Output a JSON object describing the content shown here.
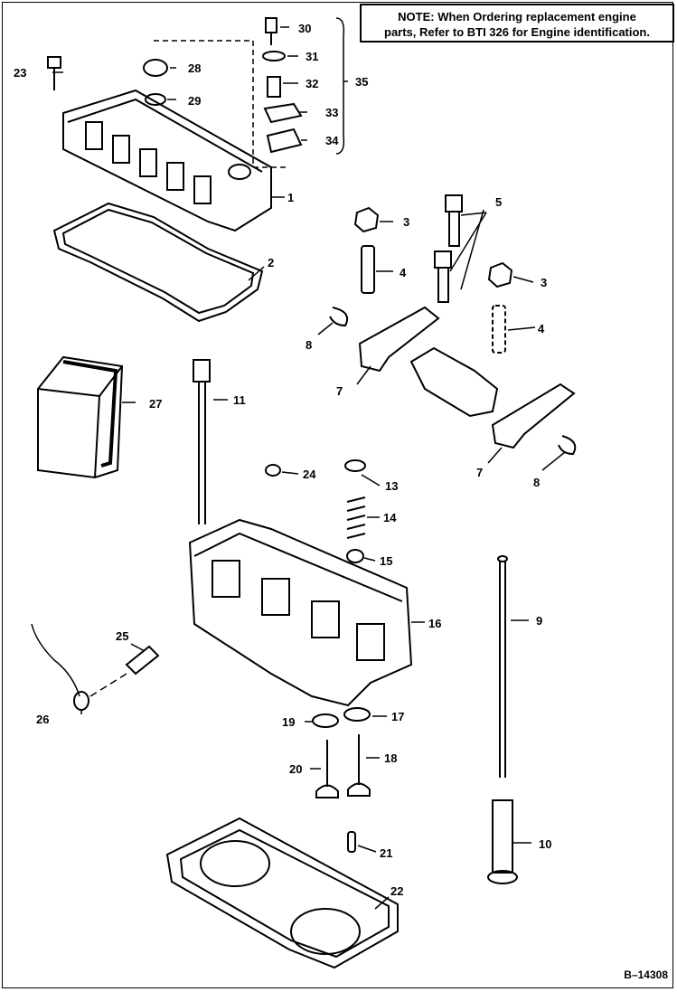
{
  "note": {
    "heading": "NOTE:",
    "line1": "When Ordering replacement engine",
    "line2": "parts, Refer to BTI 326 for Engine identification."
  },
  "figure_number": "B–14308",
  "callouts": [
    "1",
    "2",
    "3",
    "3",
    "4",
    "4",
    "5",
    "7",
    "7",
    "8",
    "8",
    "9",
    "10",
    "11",
    "13",
    "14",
    "15",
    "16",
    "17",
    "18",
    "19",
    "20",
    "21",
    "22",
    "23",
    "24",
    "25",
    "26",
    "27",
    "28",
    "29",
    "30",
    "31",
    "32",
    "33",
    "34",
    "35"
  ]
}
